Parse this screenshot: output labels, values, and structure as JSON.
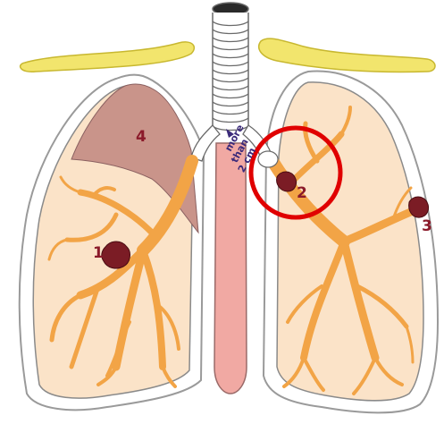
{
  "labels": {
    "tumor_1": "1",
    "tumor_2": "2",
    "tumor_3": "3",
    "region_4": "4",
    "distance_line1": "more",
    "distance_line2": "than",
    "distance_line3": "2 cm"
  },
  "colors": {
    "lung_fill": "#fbe3c8",
    "lung_outline": "#8a8a8a",
    "bronchial_tree": "#f2a446",
    "tumor": "#7b1c25",
    "region_4_fill": "#c9948a",
    "esophagus": "#f1a9a3",
    "clavicle": "#f2e56d",
    "highlight_circle": "#e00000",
    "label_text": "#8b1a2a",
    "distance_text": "#3b2a7a"
  }
}
